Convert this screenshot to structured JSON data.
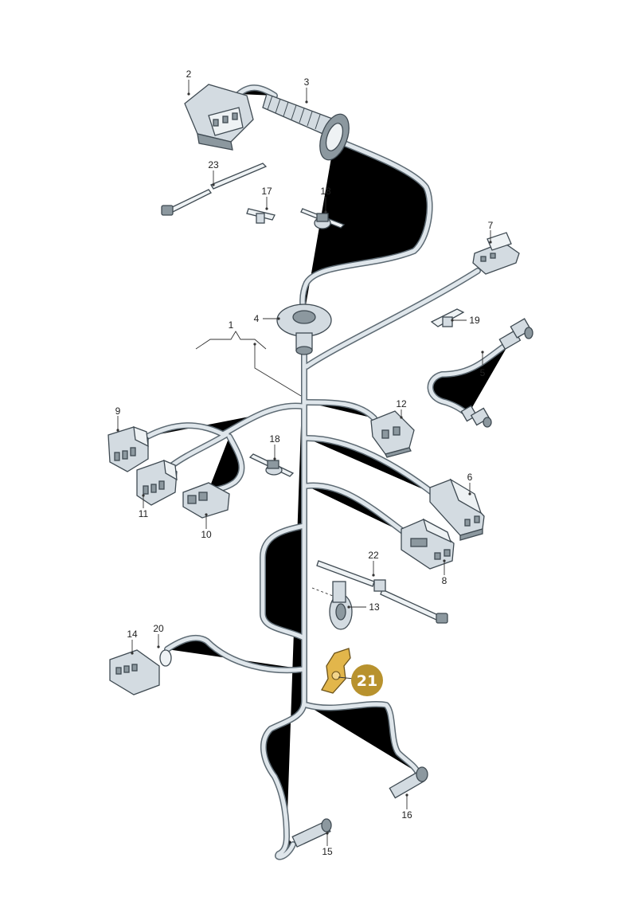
{
  "callouts": {
    "c1": "1",
    "c2": "2",
    "c3": "3",
    "c4": "4",
    "c5": "5",
    "c6": "6",
    "c7": "7",
    "c8": "8",
    "c9": "9",
    "c10": "10",
    "c11": "11",
    "c12": "12",
    "c13": "13",
    "c14": "14",
    "c15": "15",
    "c16": "16",
    "c17": "17",
    "c18a": "18",
    "c18b": "18",
    "c19": "19",
    "c20": "20",
    "c22": "22",
    "c23": "23"
  },
  "highlight": {
    "label": "21",
    "color": "#b8922e",
    "part_color": "#e2b64b"
  },
  "colors": {
    "wire_outline": "#5d6a73",
    "wire_fill": "#dfe6eb",
    "part": "#d3dbe1"
  }
}
